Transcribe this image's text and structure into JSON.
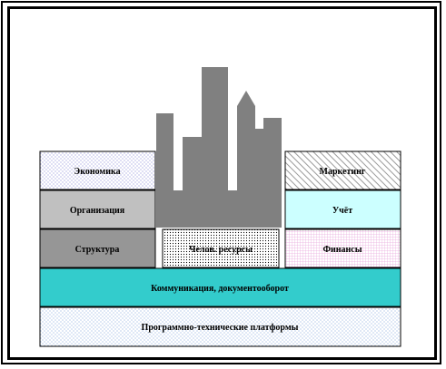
{
  "blocks": {
    "economics": "Экономика",
    "marketing": "Маркетинг",
    "organization": "Организация",
    "accounting": "Учёт",
    "structure": "Структура",
    "human_resources": "Челов. ресурсы",
    "finance": "Финансы",
    "communication": "Коммуникация, документооборот",
    "platforms": "Программно-технические платформы"
  },
  "colors": {
    "economics_pattern": "#8f8fd8",
    "marketing_pattern": "#9a9a9a",
    "organization_fill": "#c0c0c0",
    "accounting_fill": "#ccffff",
    "structure_fill": "#969696",
    "finance_pattern": "#e59ad8",
    "communication_fill": "#33cccc",
    "platforms_pattern": "#8fb0e0",
    "city_fill": "#808080"
  },
  "icons": {
    "city_skyline": "skyline-icon"
  }
}
